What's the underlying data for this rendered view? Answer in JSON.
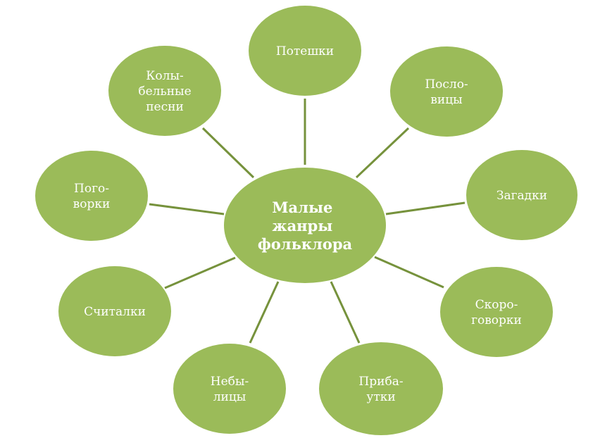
{
  "diagram": {
    "center": {
      "lines": [
        "Малые",
        "жанры",
        "фольклора"
      ]
    },
    "nodes": [
      {
        "id": "poteshki",
        "lines": [
          "Потешки"
        ]
      },
      {
        "id": "poslovitsy",
        "lines": [
          "Посло-",
          "вицы"
        ]
      },
      {
        "id": "zagadki",
        "lines": [
          "Загадки"
        ]
      },
      {
        "id": "skorogovorki",
        "lines": [
          "Скоро-",
          "говорки"
        ]
      },
      {
        "id": "pribautki",
        "lines": [
          "Приба-",
          "утки"
        ]
      },
      {
        "id": "nebylitsy",
        "lines": [
          "Небы-",
          "лицы"
        ]
      },
      {
        "id": "schitalki",
        "lines": [
          "Считалки"
        ]
      },
      {
        "id": "pogovorki",
        "lines": [
          "Пого-",
          "ворки"
        ]
      },
      {
        "id": "kolybelnye",
        "lines": [
          "Колы-",
          "бельные",
          "песни"
        ]
      }
    ],
    "colors": {
      "node_fill": "#9bbb59",
      "connector": "#76923c",
      "text": "#ffffff"
    }
  }
}
